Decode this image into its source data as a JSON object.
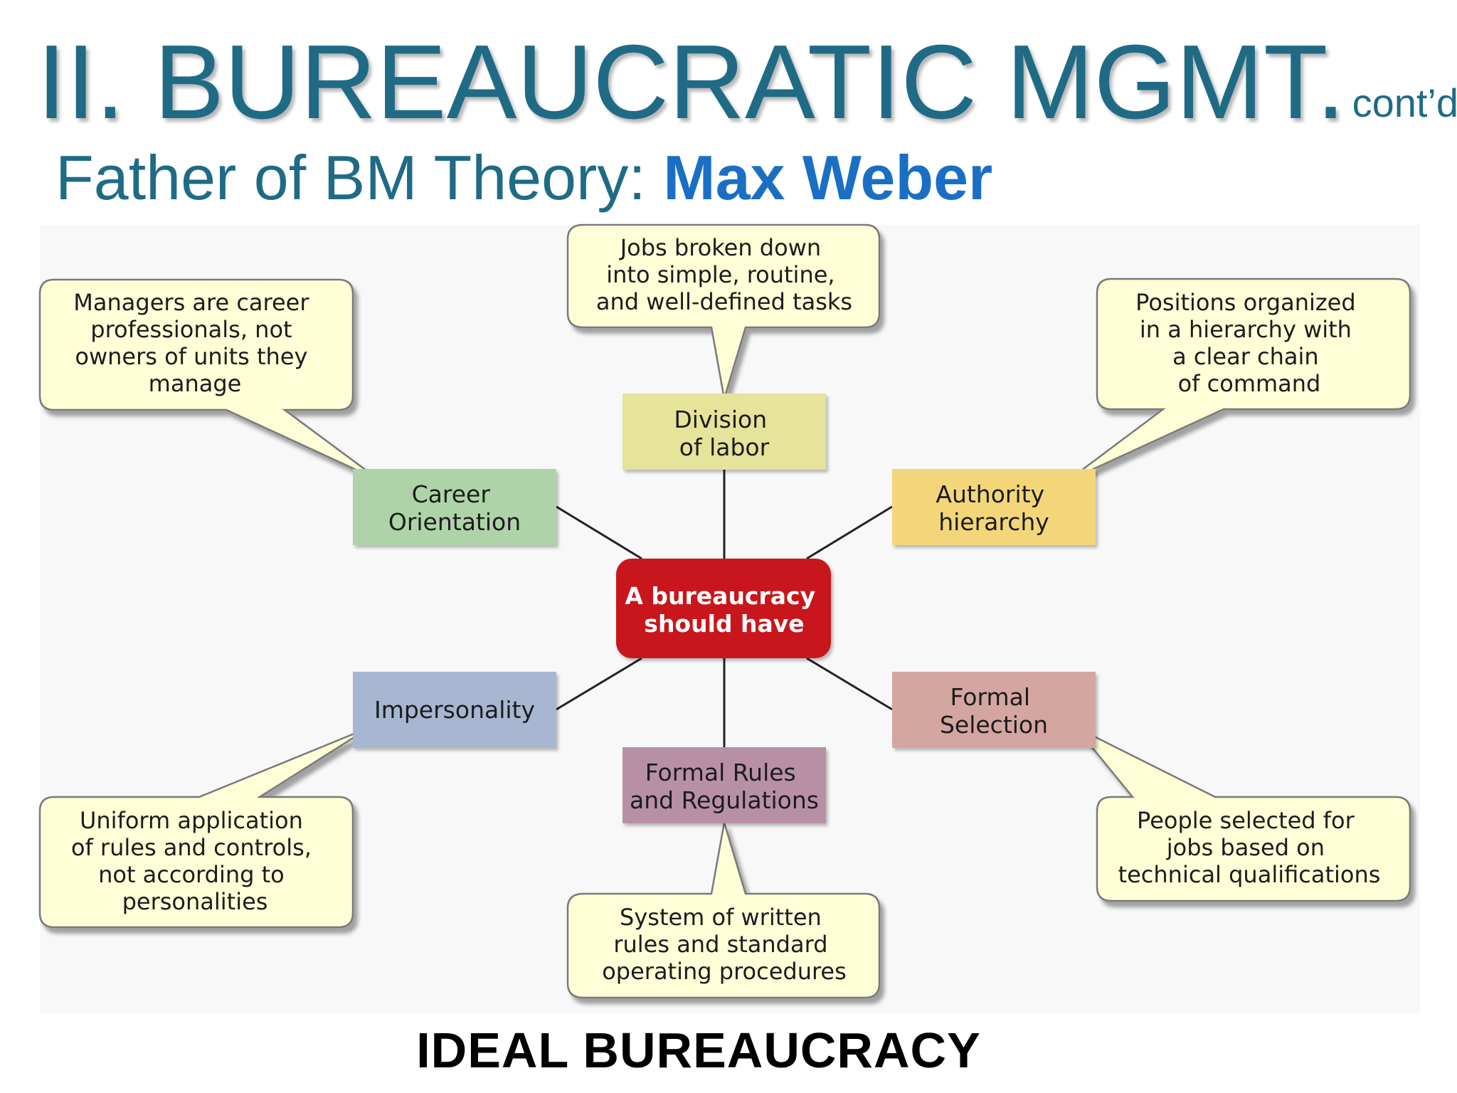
{
  "slide": {
    "title": "II. BUREAUCRATIC MGMT.",
    "contd": "cont’d",
    "subtitle_prefix": "Father of BM Theory: ",
    "subtitle_name": "Max Weber",
    "caption": "IDEAL BUREAUCRACY"
  },
  "diagram": {
    "center": [
      "A bureaucracy",
      "should have"
    ],
    "nodes": {
      "division": [
        "Division",
        "of labor"
      ],
      "career": [
        "Career",
        "Orientation"
      ],
      "authority": [
        "Authority",
        "hierarchy"
      ],
      "impersonality": [
        "Impersonality"
      ],
      "selection": [
        "Formal",
        "Selection"
      ],
      "rules": [
        "Formal Rules",
        "and Regulations"
      ]
    },
    "callouts": {
      "division": [
        "Jobs broken down",
        "into simple, routine,",
        "and well-defined tasks"
      ],
      "career": [
        "Managers are career",
        "professionals, not",
        "owners of units they",
        "manage"
      ],
      "authority": [
        "Positions organized",
        "in a hierarchy with",
        "a clear chain",
        "of command"
      ],
      "impersonality": [
        "Uniform application",
        "of rules and controls,",
        "not according to",
        "personalities"
      ],
      "selection": [
        "People selected for",
        "jobs based on",
        "technical qualifications"
      ],
      "rules": [
        "System of written",
        "rules and standard",
        "operating procedures"
      ]
    },
    "colors": {
      "center": "#c8171e",
      "division": "#e6e39a",
      "career": "#aed3a8",
      "authority": "#f4d67a",
      "impersonality": "#a7b6d1",
      "selection": "#d4a6a0",
      "rules": "#b890a6",
      "callout": "#ffffd7"
    }
  }
}
